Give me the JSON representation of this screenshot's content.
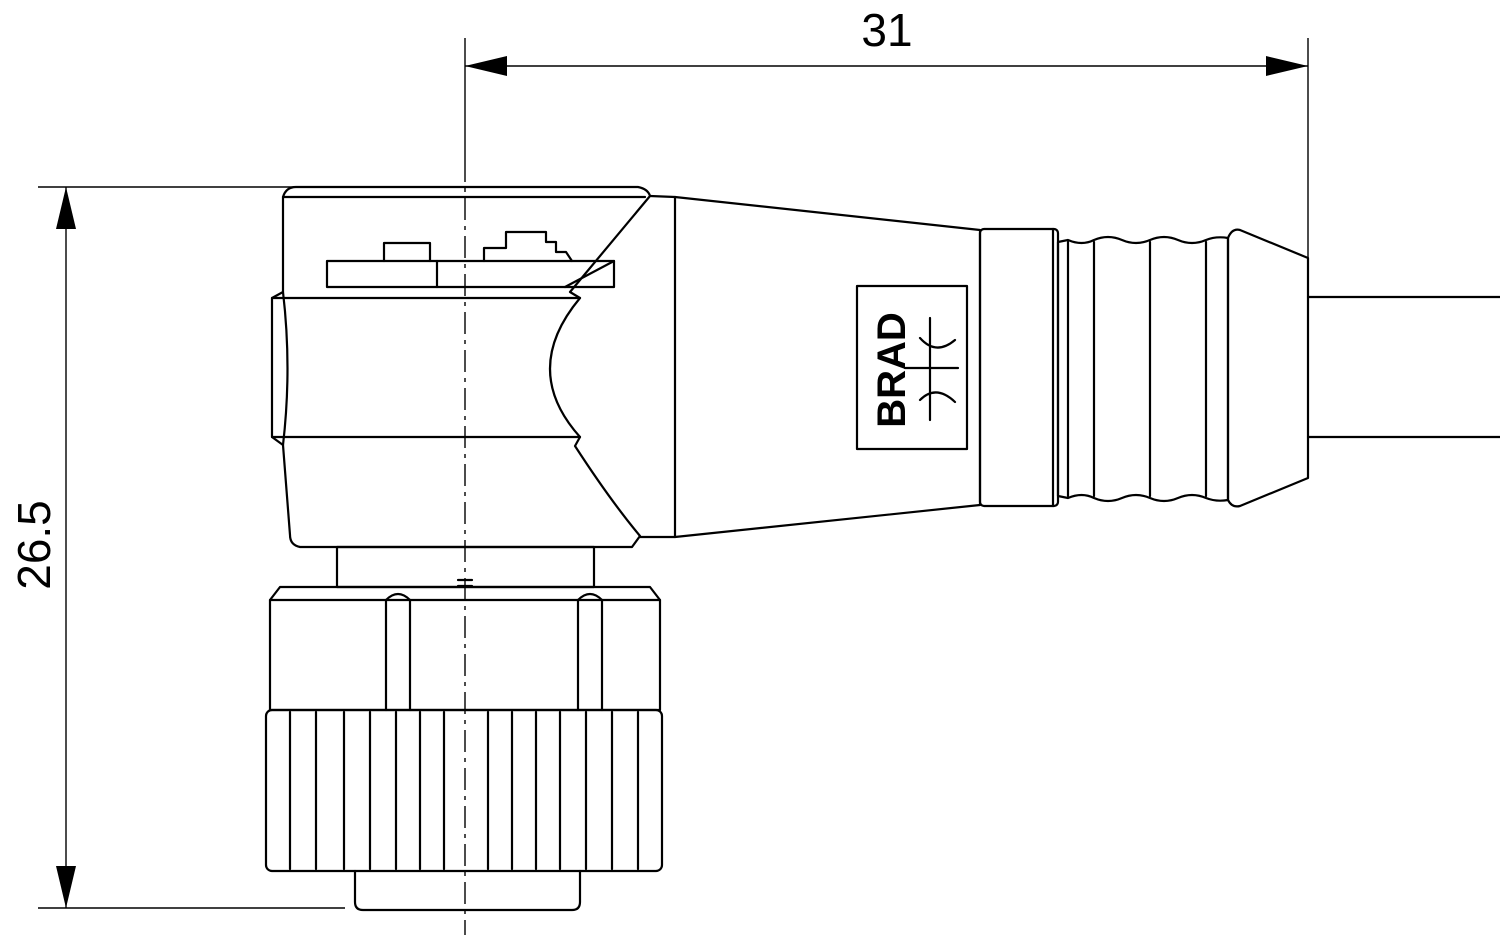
{
  "dimensions": {
    "width_label": "31",
    "height_label": "26.5"
  },
  "logo": {
    "text": "BRAD"
  }
}
